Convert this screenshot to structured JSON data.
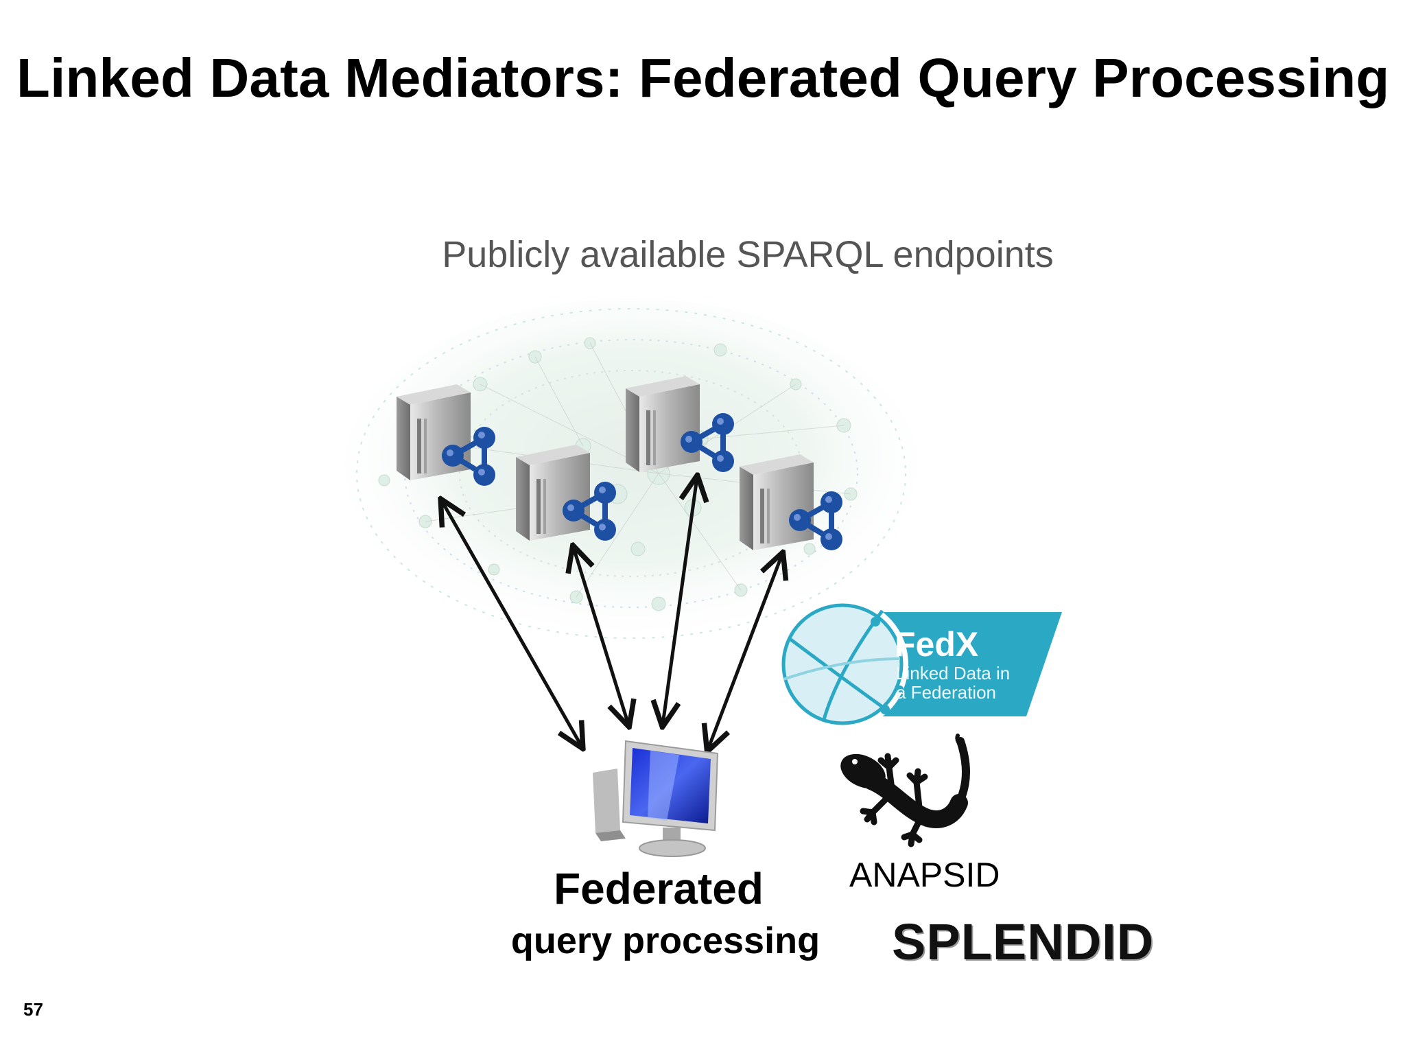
{
  "slide": {
    "title": "Linked Data Mediators: Federated Query Processing",
    "subtitle": "Publicly available SPARQL endpoints",
    "page_number": "57"
  },
  "client": {
    "label_line1": "Federated",
    "label_line2": "query processing"
  },
  "systems": {
    "fedx": {
      "name": "FedX",
      "tagline_line1": "Linked Data in",
      "tagline_line2": "a Federation"
    },
    "anapsid": "ANAPSID",
    "splendid": "SPLENDID"
  },
  "icons": {
    "server": "server-tower-icon",
    "sparql": "sparql-logo-icon",
    "client": "desktop-computer-icon",
    "gecko": "gecko-icon"
  },
  "colors": {
    "sparql_blue": "#1d4fa3",
    "fedx_teal": "#2ba8c4",
    "arrow": "#111111",
    "subtitle_gray": "#555555"
  }
}
